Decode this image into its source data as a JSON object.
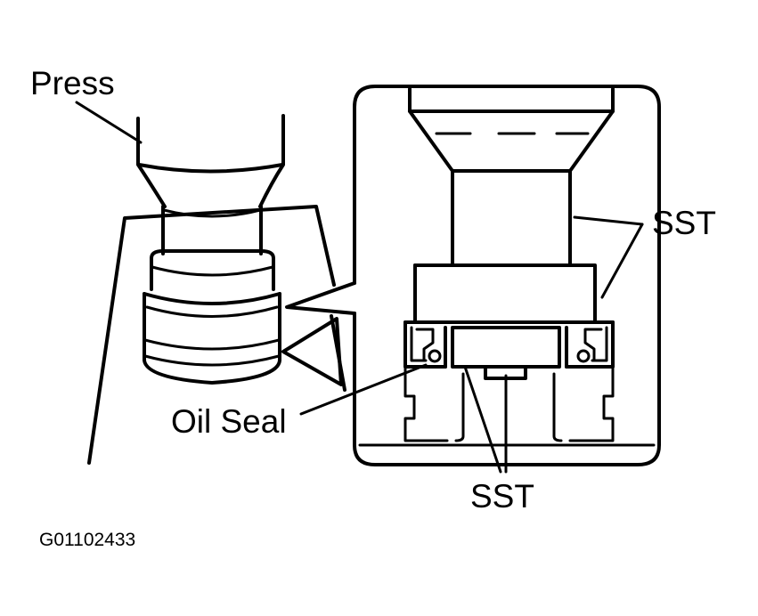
{
  "labels": {
    "press": "Press",
    "sst_upper": "SST",
    "oil_seal": "Oil Seal",
    "sst_lower": "SST",
    "figure_code": "G01102433"
  },
  "colors": {
    "ink": "#000000",
    "background": "#ffffff"
  }
}
